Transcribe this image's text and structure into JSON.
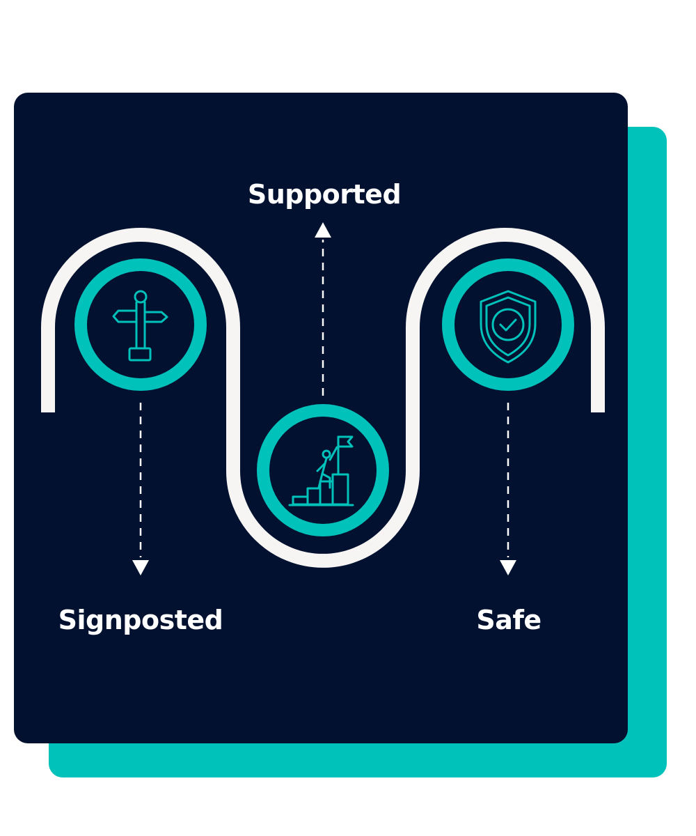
{
  "theme": {
    "background": "#ffffff",
    "card": "#01112f",
    "accent": "#00c2bb",
    "path": "#f7f5f3",
    "text": "#ffffff"
  },
  "steps": [
    {
      "label": "Signposted",
      "icon": "signpost-icon"
    },
    {
      "label": "Supported",
      "icon": "climber-flag-icon"
    },
    {
      "label": "Safe",
      "icon": "shield-check-icon"
    }
  ]
}
